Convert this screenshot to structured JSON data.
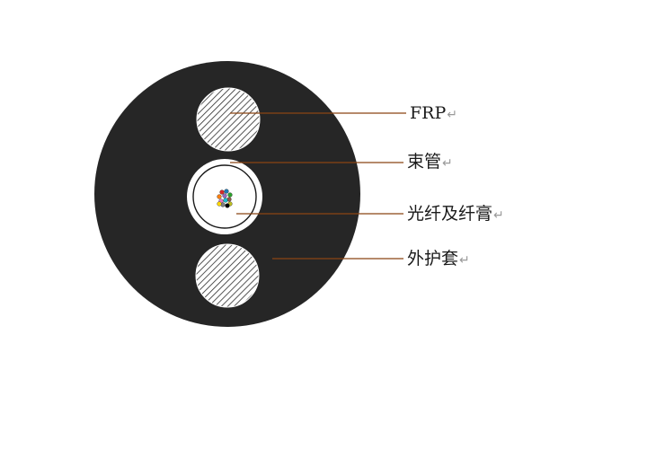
{
  "callouts": [
    {
      "id": "frp",
      "label": "FRP",
      "mark": "↵"
    },
    {
      "id": "tube",
      "label": "束管",
      "mark": "↵"
    },
    {
      "id": "fiber",
      "label": "光纤及纤膏",
      "mark": "↵"
    },
    {
      "id": "jacket",
      "label": "外护套",
      "mark": "↵"
    }
  ],
  "colors": {
    "jacket": "#262626",
    "leader_line": "#8b4513",
    "tube_ring": "#1a1a1a",
    "hatch": "#2b2b2b",
    "fibers": [
      "#d62728",
      "#1f77b4",
      "#2ca02c",
      "#ff7f0e",
      "#9467bd",
      "#8c564b",
      "#e377c2",
      "#17becf",
      "#bcbd22",
      "#7f7f7f",
      "#000000",
      "#ffd700"
    ]
  }
}
